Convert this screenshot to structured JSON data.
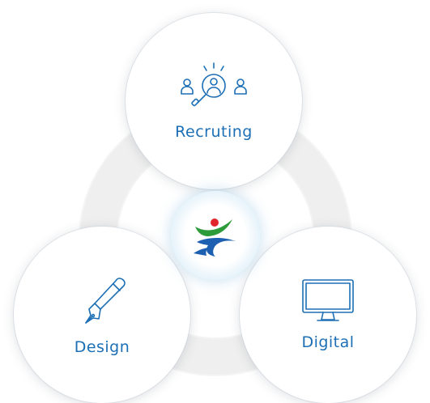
{
  "diagram": {
    "nodes": [
      {
        "id": "recruiting",
        "label": "Recruting",
        "icon": "recruiting-search-people-icon"
      },
      {
        "id": "design",
        "label": "Design",
        "icon": "fountain-pen-icon"
      },
      {
        "id": "digital",
        "label": "Digital",
        "icon": "computer-monitor-icon"
      }
    ],
    "center": {
      "icon": "brand-logo-icon"
    }
  },
  "colors": {
    "accent": "#1c6fb5",
    "ring": "#eeeeee",
    "logo_green": "#2e9b3a",
    "logo_red": "#e0262c",
    "logo_blue": "#1d5fb0"
  }
}
